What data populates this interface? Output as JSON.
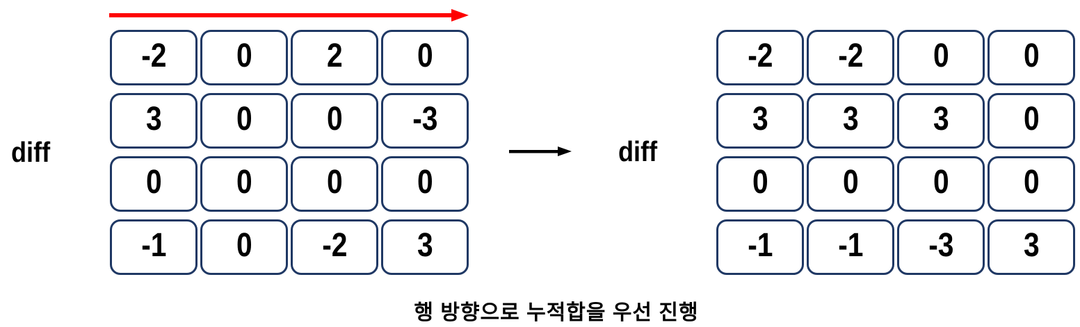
{
  "diagram": {
    "left_label": "diff",
    "right_label": "diff",
    "caption": "행 방향으로 누적합을 우선 진행",
    "left_grid": {
      "rows": [
        [
          "-2",
          "0",
          "2",
          "0"
        ],
        [
          "3",
          "0",
          "0",
          "-3"
        ],
        [
          "0",
          "0",
          "0",
          "0"
        ],
        [
          "-1",
          "0",
          "-2",
          "3"
        ]
      ]
    },
    "right_grid": {
      "rows": [
        [
          "-2",
          "-2",
          "0",
          "0"
        ],
        [
          "3",
          "3",
          "3",
          "0"
        ],
        [
          "0",
          "0",
          "0",
          "0"
        ],
        [
          "-1",
          "-1",
          "-3",
          "3"
        ]
      ]
    },
    "icons": {
      "row_direction_arrow": "red-right-arrow",
      "transform_arrow": "black-right-arrow"
    },
    "colors": {
      "cell_border": "#1f3864",
      "cell_fill": "#ffffff",
      "row_direction_arrow": "#fe0000",
      "transform_arrow": "#000000",
      "text": "#000000",
      "background": "#ffffff"
    }
  }
}
